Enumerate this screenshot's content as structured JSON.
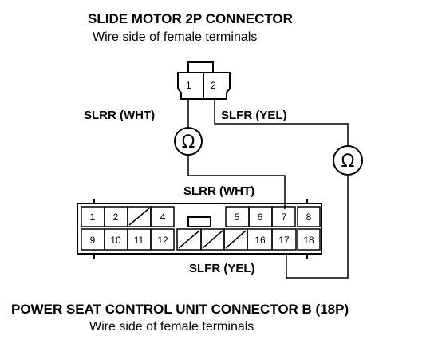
{
  "top_connector": {
    "title": "SLIDE MOTOR 2P CONNECTOR",
    "subtitle": "Wire side of female terminals",
    "pins": [
      "1",
      "2"
    ]
  },
  "wires": {
    "slrr_top": "SLRR (WHT)",
    "slfr_top": "SLFR (YEL)",
    "slrr_mid": "SLRR (WHT)",
    "slfr_bottom": "SLFR (YEL)"
  },
  "meters": {
    "symbol": "Ω"
  },
  "bottom_connector": {
    "title": "POWER SEAT CONTROL UNIT CONNECTOR B (18P)",
    "subtitle": "Wire side of female terminals",
    "top_row": [
      "1",
      "2",
      "",
      "4",
      "5",
      "6",
      "7",
      "8"
    ],
    "bottom_row": [
      "9",
      "10",
      "11",
      "12",
      "",
      "",
      "",
      "16",
      "17",
      "18"
    ]
  }
}
